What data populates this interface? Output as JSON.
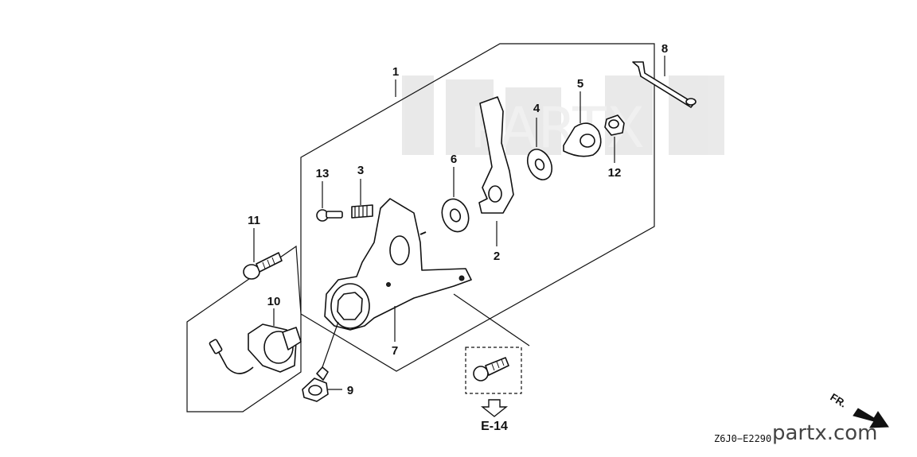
{
  "callouts": [
    "1",
    "2",
    "3",
    "4",
    "5",
    "6",
    "7",
    "8",
    "9",
    "10",
    "11",
    "12",
    "13"
  ],
  "reference": "E-14",
  "front_marker": "FR.",
  "diagram_code": "Z6J0−E2290",
  "brand": "partx.com",
  "watermark": "PARTX"
}
